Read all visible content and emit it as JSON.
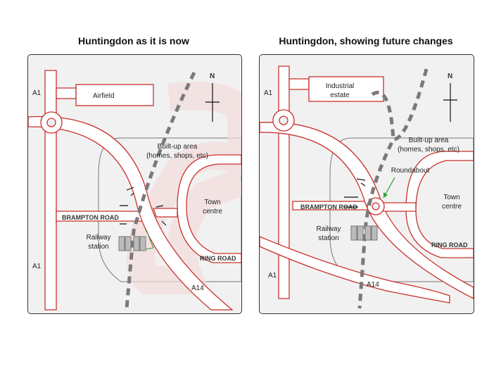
{
  "maps": [
    {
      "title": "Huntingdon as it is now",
      "labels": {
        "a1_top": "A1",
        "a1_bottom": "A1",
        "airfield": "Airfield",
        "north": "N",
        "builtup_line1": "Built-up area",
        "builtup_line2": "(homes, shops, etc)",
        "town_line1": "Town",
        "town_line2": "centre",
        "brampton": "BRAMPTON ROAD",
        "railway_line1": "Railway",
        "railway_line2": "station",
        "ring_road": "RING ROAD",
        "a14": "A14"
      }
    },
    {
      "title": "Huntingdon, showing future changes",
      "labels": {
        "a1_top": "A1",
        "a1_bottom": "A1",
        "industrial_line1": "Industrial",
        "industrial_line2": "estate",
        "north": "N",
        "builtup_line1": "Built-up area",
        "builtup_line2": "(homes, shops, etc)",
        "roundabout": "Roundabout",
        "town_line1": "Town",
        "town_line2": "centre",
        "brampton": "BRAMPTON ROAD",
        "railway_line1": "Railway",
        "railway_line2": "station",
        "ring_road": "RING ROAD",
        "a14": "A14"
      }
    }
  ],
  "colors": {
    "road_outline": "#c9302c",
    "road_fill": "#ffffff",
    "railway": "#7a7a7a",
    "pointer": "#2e9e3a",
    "map_bg": "#f1f1f1"
  }
}
